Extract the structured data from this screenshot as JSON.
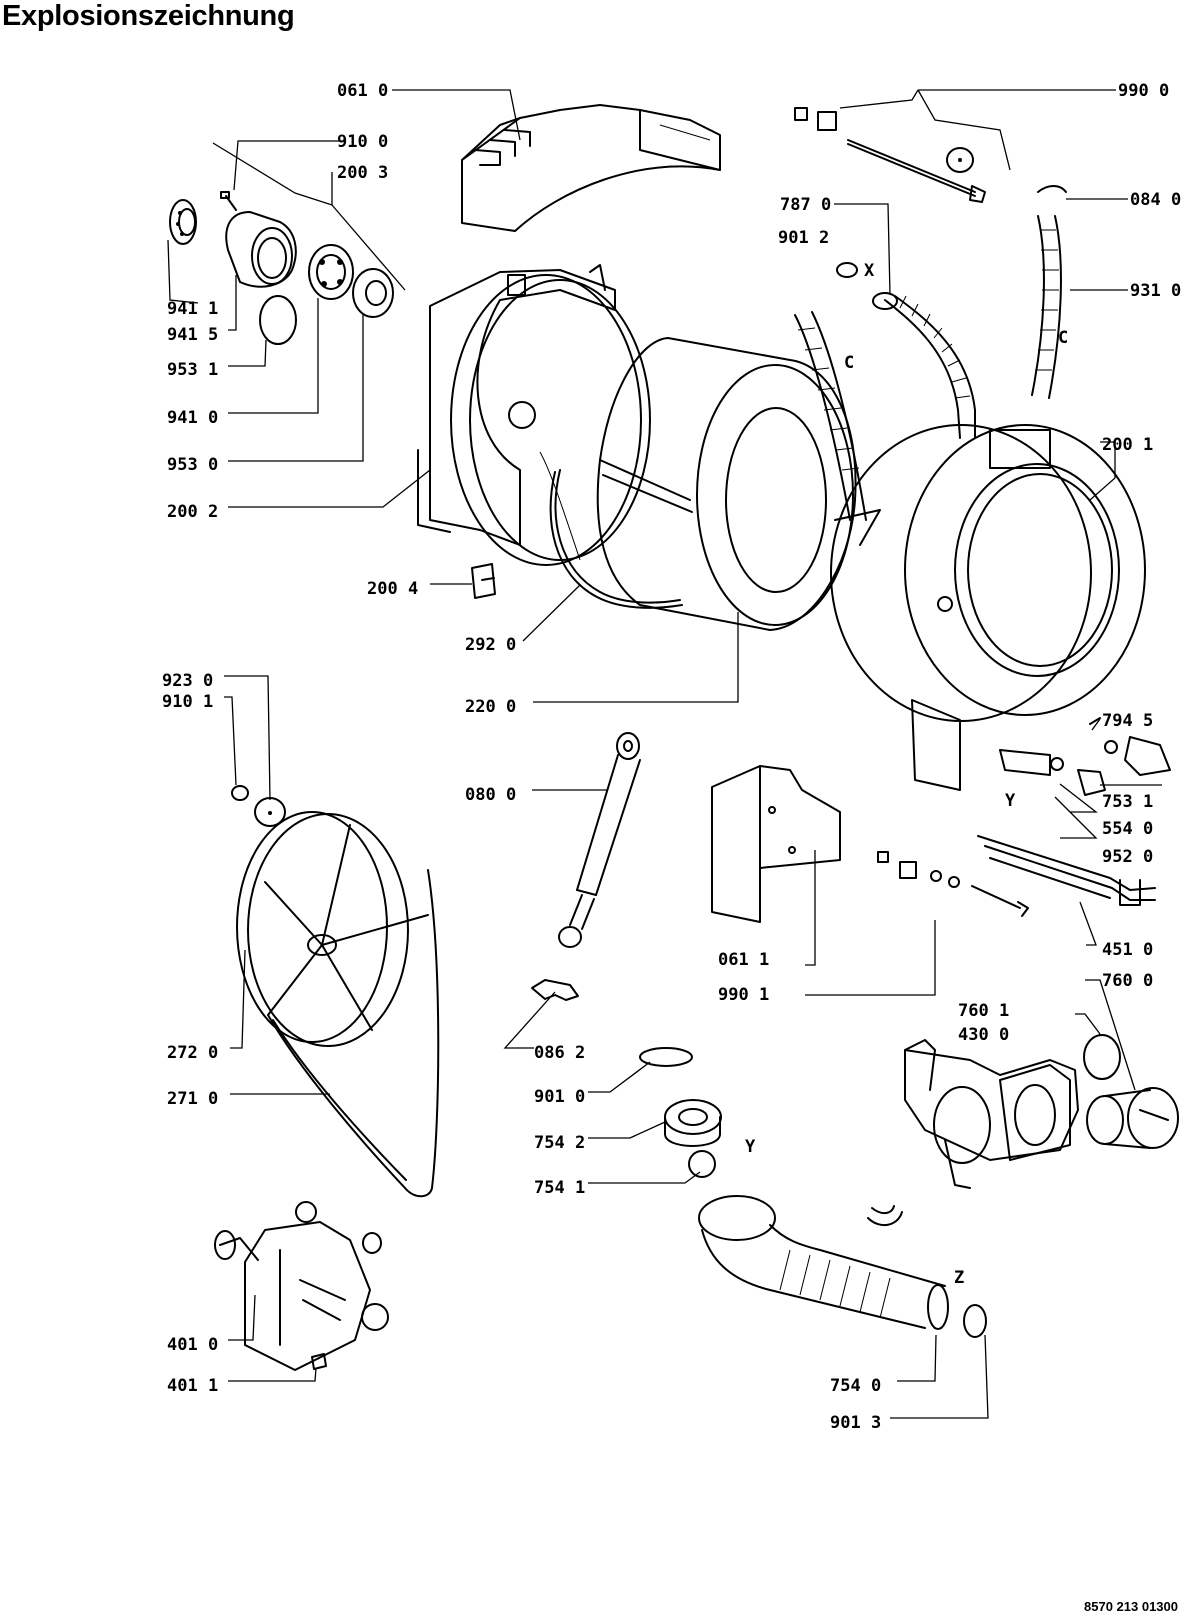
{
  "title": "Explosionszeichnung",
  "document_number": "8570 213 01300",
  "part_labels": [
    "061 0",
    "910 0",
    "200 3",
    "941 1",
    "941 5",
    "953 1",
    "941 0",
    "953 0",
    "200 2",
    "200 4",
    "292 0",
    "220 0",
    "923 0",
    "910 1",
    "080 0",
    "272 0",
    "271 0",
    "086 2",
    "901 0",
    "754 2",
    "754 1",
    "401 0",
    "401 1",
    "990 0",
    "787 0",
    "901 2",
    "084 0",
    "931 0",
    "200 1",
    "794 5",
    "753 1",
    "554 0",
    "952 0",
    "061 1",
    "990 1",
    "451 0",
    "760 0",
    "760 1",
    "430 0",
    "754 0",
    "901 3"
  ],
  "markers": [
    "X",
    "C",
    "C",
    "Y",
    "Y",
    "Z"
  ]
}
